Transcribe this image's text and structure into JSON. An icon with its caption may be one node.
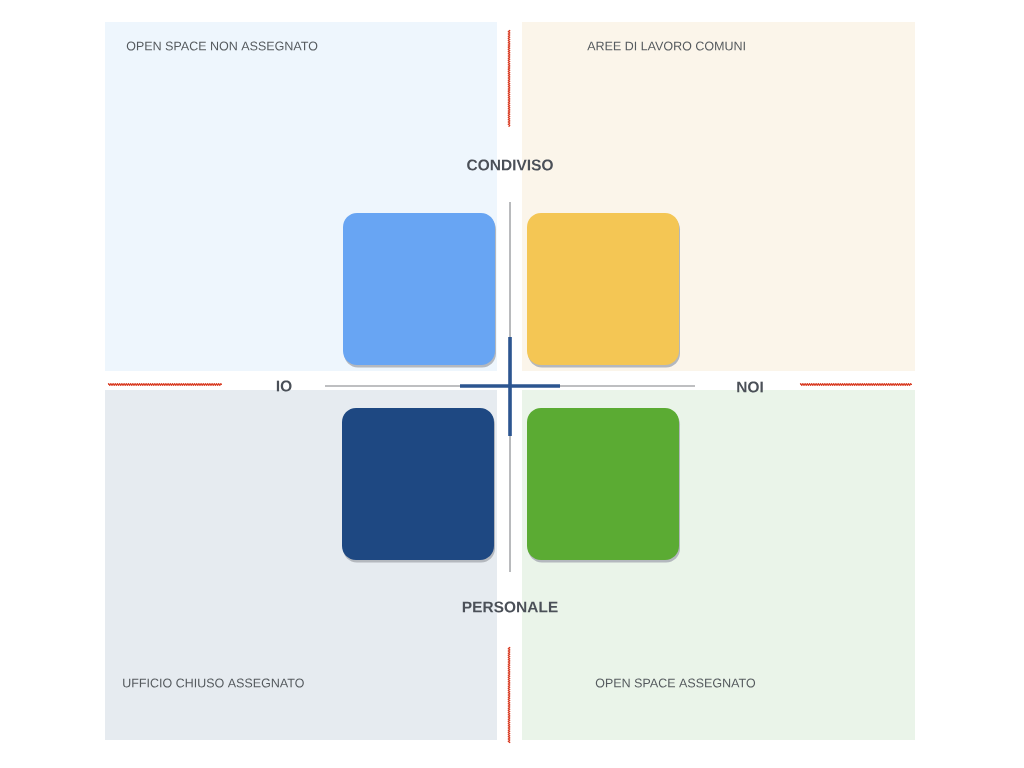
{
  "diagram": {
    "nodes": [
      {
        "text": [
          "OPEN SPACE NON ASSEGNATO"
        ]
      },
      {
        "text": [],
        "shape": "box",
        "in": 0
      },
      {
        "text": [
          "AREE DI LAVORO COMUNI"
        ]
      },
      {
        "text": [],
        "shape": "box",
        "in": 2
      },
      {
        "text": [
          "UFFICIO CHIUSO ASSEGNATO"
        ]
      },
      {
        "text": [],
        "shape": "box",
        "in": 4
      },
      {
        "text": [
          "OPEN SPACE ASSEGNATO"
        ]
      },
      {
        "text": [],
        "shape": "box",
        "in": 6
      }
    ],
    "labels": [
      "CONDIVISO",
      "IO",
      "NOI",
      "PERSONALE"
    ]
  }
}
